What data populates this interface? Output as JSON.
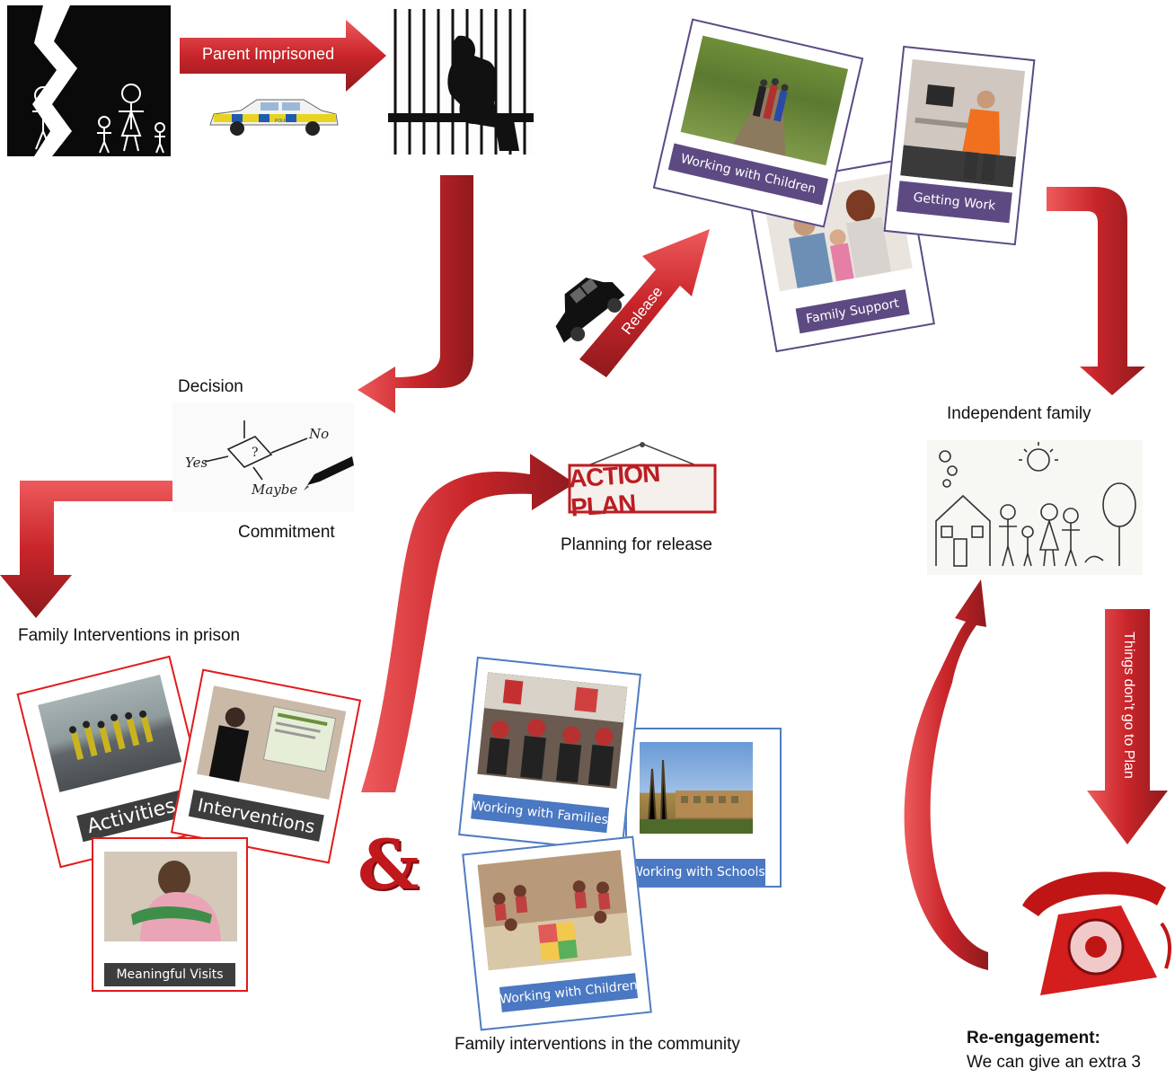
{
  "labels": {
    "parent_imprisoned": "Parent Imprisoned",
    "release": "Release",
    "things_dont_go": "Things don’t go to Plan",
    "decision": "Decision",
    "commitment": "Commitment",
    "family_interventions_prison": "Family Interventions in prison",
    "planning_for_release": "Planning for release",
    "independent_family": "Independent family",
    "family_interventions_community": "Family interventions in the community",
    "reengagement_title": "Re-engagement:",
    "reengagement_text": "We can give an extra 3",
    "ampersand": "&"
  },
  "post_release_cards": {
    "children": "Working with Children",
    "work": "Getting Work",
    "family_support": "Family Support"
  },
  "prison_cards": {
    "activities": "Activities",
    "interventions": "Interventions",
    "visits": "Meaningful Visits"
  },
  "community_cards": {
    "families": "Working with Families",
    "schools": "Working with Schools",
    "children": "Working with Children"
  },
  "decision_sketch": {
    "yes": "Yes",
    "no": "No",
    "maybe": "Maybe",
    "question": "?"
  },
  "action_plan_sign": "ACTION PLAN",
  "police_car_text": "POLICE",
  "colors": {
    "arrow_red": "#c8252a",
    "purple": "#5e4a82",
    "blue": "#4a78c2",
    "dark_tag": "#3d3d3d"
  }
}
